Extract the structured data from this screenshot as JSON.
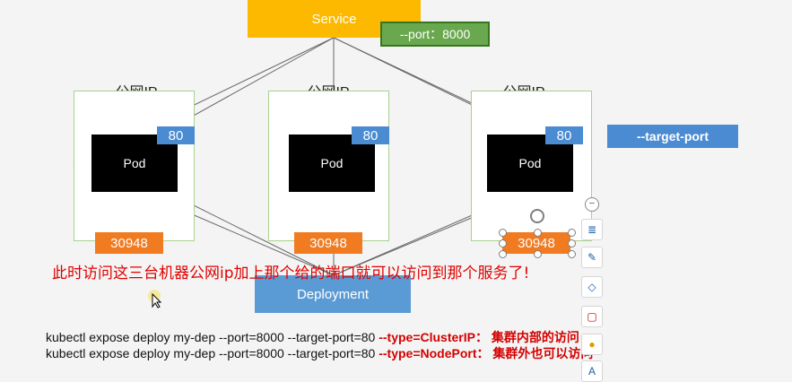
{
  "diagram": {
    "service_label": "Service",
    "port_tag": "--port：8000",
    "target_port_tag": "--target-port",
    "deployment_label": "Deployment",
    "nodes": [
      {
        "public_ip_label": "公网IP",
        "pod_label": "Pod",
        "container_port": "80",
        "node_port": "30948"
      },
      {
        "public_ip_label": "公网IP",
        "pod_label": "Pod",
        "container_port": "80",
        "node_port": "30948"
      },
      {
        "public_ip_label": "公网IP",
        "pod_label": "Pod",
        "container_port": "80",
        "node_port": "30948"
      }
    ]
  },
  "annotation": {
    "note": "此时访问这三台机器公网ip加上那个给的端口就可以访问到那个服务了!"
  },
  "commands": [
    {
      "base": "kubectl expose deploy my-dep --port=8000 --target-port=80 ",
      "flag": "--type=ClusterIP：",
      "comment": " 集群内部的访问"
    },
    {
      "base": "kubectl expose deploy my-dep --port=8000 --target-port=80 ",
      "flag": "--type=NodePort：",
      "comment": " 集群外也可以访问"
    }
  ],
  "toolbar": {
    "icons": [
      "collapse-icon",
      "layers-icon",
      "pen-icon",
      "eraser-icon",
      "crop-icon",
      "lightbulb-icon",
      "text-icon"
    ]
  },
  "colors": {
    "service": "#fcb900",
    "port_tag": "#6aa84f",
    "pod": "#000000",
    "container_port": "#4a8bd1",
    "node_port": "#f07b21",
    "deployment": "#5b9bd5",
    "note": "#e00000"
  }
}
